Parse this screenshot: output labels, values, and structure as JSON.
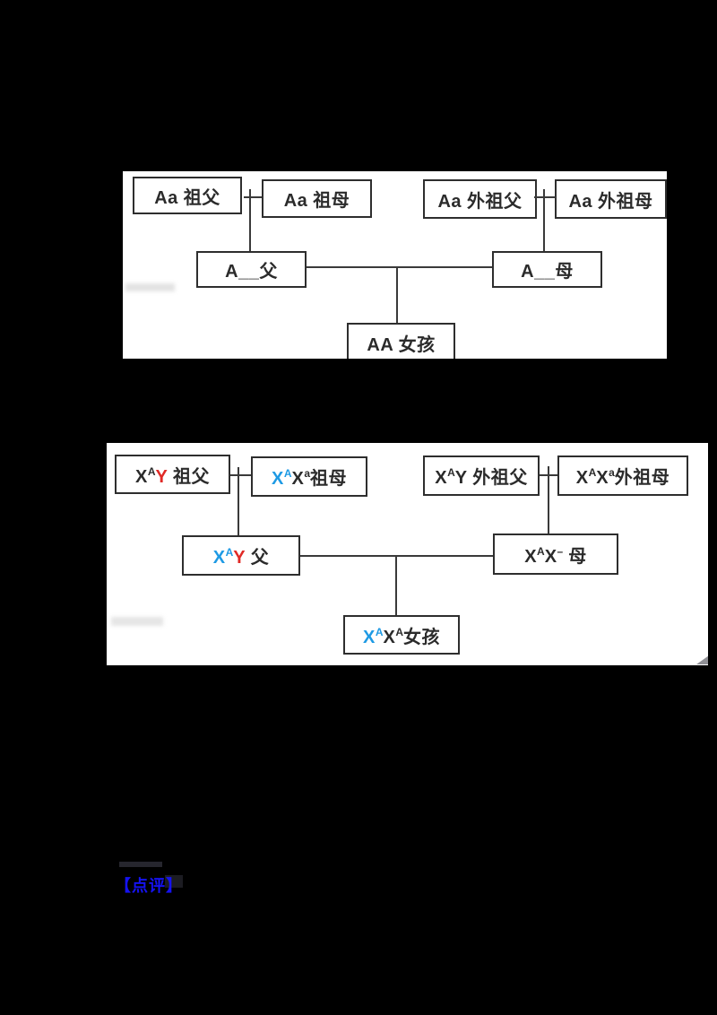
{
  "colors": {
    "blue": "#1e9ae4",
    "red": "#e02a26",
    "box_border": "#2e2e2e",
    "line": "#3a3a3a",
    "panel_bg": "#ffffff",
    "page_bg": "#000000",
    "comment_blue": "#1512f2",
    "handle_gray": "#8f8f94"
  },
  "comment": {
    "label": "【点评】"
  },
  "diagram1": {
    "title": "autosomal-pedigree",
    "boxes": {
      "grandfather": {
        "label": "Aa 祖父"
      },
      "grandmother": {
        "label": "Aa 祖母"
      },
      "maternal_grandfather": {
        "label": "Aa 外祖父"
      },
      "maternal_grandmother": {
        "label": "Aa 外祖母"
      },
      "father": {
        "label": "A__父"
      },
      "mother": {
        "label": "A__母"
      },
      "girl": {
        "label": "AA 女孩"
      }
    }
  },
  "diagram2": {
    "title": "x-linked-pedigree",
    "boxes": {
      "grandfather": {
        "parts": [
          {
            "t": "X"
          },
          {
            "t": "A",
            "sup": true
          },
          {
            "t": "Y",
            "color": "red"
          },
          {
            "t": " 祖父"
          }
        ]
      },
      "grandmother": {
        "parts": [
          {
            "t": "X",
            "color": "blue"
          },
          {
            "t": "A",
            "sup": true,
            "color": "blue"
          },
          {
            "t": "X"
          },
          {
            "t": "a",
            "sup": true
          },
          {
            "t": "祖母"
          }
        ]
      },
      "maternal_grandfather": {
        "parts": [
          {
            "t": "X"
          },
          {
            "t": "A",
            "sup": true
          },
          {
            "t": "Y 外祖父"
          }
        ]
      },
      "maternal_grandmother": {
        "parts": [
          {
            "t": "X"
          },
          {
            "t": "A",
            "sup": true
          },
          {
            "t": "X"
          },
          {
            "t": "a",
            "sup": true
          },
          {
            "t": "外祖母"
          }
        ]
      },
      "father": {
        "parts": [
          {
            "t": "X",
            "color": "blue"
          },
          {
            "t": "A",
            "sup": true,
            "color": "blue"
          },
          {
            "t": "Y",
            "color": "red"
          },
          {
            "t": " 父"
          }
        ]
      },
      "mother": {
        "parts": [
          {
            "t": "X"
          },
          {
            "t": "A",
            "sup": true
          },
          {
            "t": "X"
          },
          {
            "t": "–",
            "sup": true
          },
          {
            "t": " 母"
          }
        ]
      },
      "girl": {
        "parts": [
          {
            "t": "X",
            "color": "blue"
          },
          {
            "t": "A",
            "sup": true,
            "color": "blue"
          },
          {
            "t": "X"
          },
          {
            "t": "A",
            "sup": true
          },
          {
            "t": "女孩"
          }
        ]
      }
    }
  }
}
